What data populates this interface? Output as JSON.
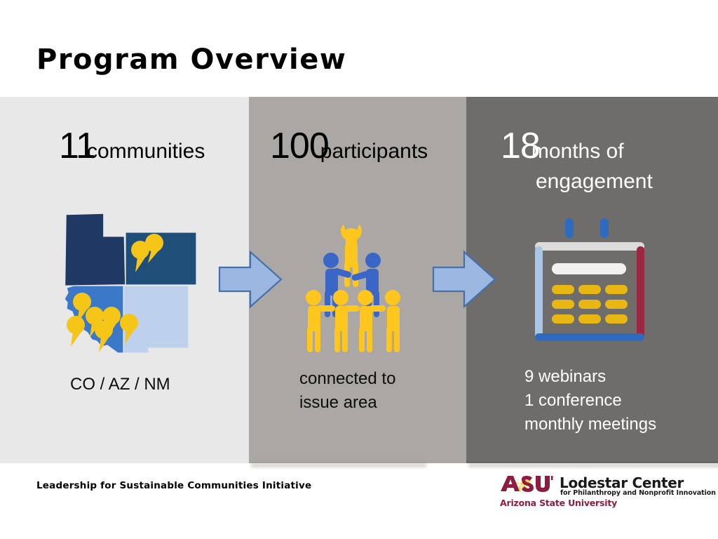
{
  "slide": {
    "title": "Program Overview"
  },
  "panels": [
    {
      "id": "communities",
      "number": "11",
      "word": "communities",
      "caption": "CO / AZ / NM",
      "bg_color": "#E8E8E8",
      "text_color": "#000000",
      "graphic": "us-southwest-map-with-pins-icon"
    },
    {
      "id": "participants",
      "number": "100",
      "word": "participants",
      "caption": "connected to\nissue area",
      "bg_color": "#ABA7A5",
      "text_color": "#000000",
      "graphic": "people-pyramid-icon"
    },
    {
      "id": "engagement",
      "number": "18",
      "word": "months of",
      "word_line2": "engagement",
      "caption": "9 webinars\n1 conference\nmonthly meetings",
      "bg_color": "#6F6D6B",
      "text_color": "#FFFFFF",
      "graphic": "calendar-icon"
    }
  ],
  "arrows": [
    {
      "name": "arrow-communities-to-participants",
      "direction": "right",
      "fill": "#9DB7E3",
      "stroke": "#4472A8"
    },
    {
      "name": "arrow-participants-to-engagement",
      "direction": "right",
      "fill": "#9DB7E3",
      "stroke": "#4472A8"
    }
  ],
  "map": {
    "states": [
      {
        "name": "Utah",
        "fill": "#1F3864"
      },
      {
        "name": "Colorado",
        "fill": "#1F4E79"
      },
      {
        "name": "Arizona",
        "fill": "#3C78C8"
      },
      {
        "name": "New Mexico",
        "fill": "#BDD0EC"
      }
    ],
    "pin_color": "#F5C518",
    "pin_count": 9
  },
  "people": {
    "top_color": "#FFC61E",
    "middle_color": "#3A66C8",
    "bottom_color": "#FFC61E",
    "top_count": 1,
    "middle_count": 2,
    "bottom_count": 4
  },
  "calendar": {
    "ring_color": "#2E6BBF",
    "top_bar_color": "#DCDCDC",
    "left_border_color": "#A8C6E8",
    "right_border_color": "#9B2743",
    "bottom_border_color": "#2E6BBF",
    "title_row_color": "#F1F1F1",
    "cell_color": "#E8B714",
    "cell_rows": 3,
    "cell_cols": 3
  },
  "footer": {
    "initiative": "Leadership for Sustainable Communities Initiative",
    "logo": {
      "mark": "ASU",
      "title": "Lodestar Center",
      "subtitle": "for Philanthropy and Nonprofit Innovation",
      "university": "Arizona State University",
      "maroon": "#8C1D40",
      "gold": "#FFC627"
    }
  }
}
